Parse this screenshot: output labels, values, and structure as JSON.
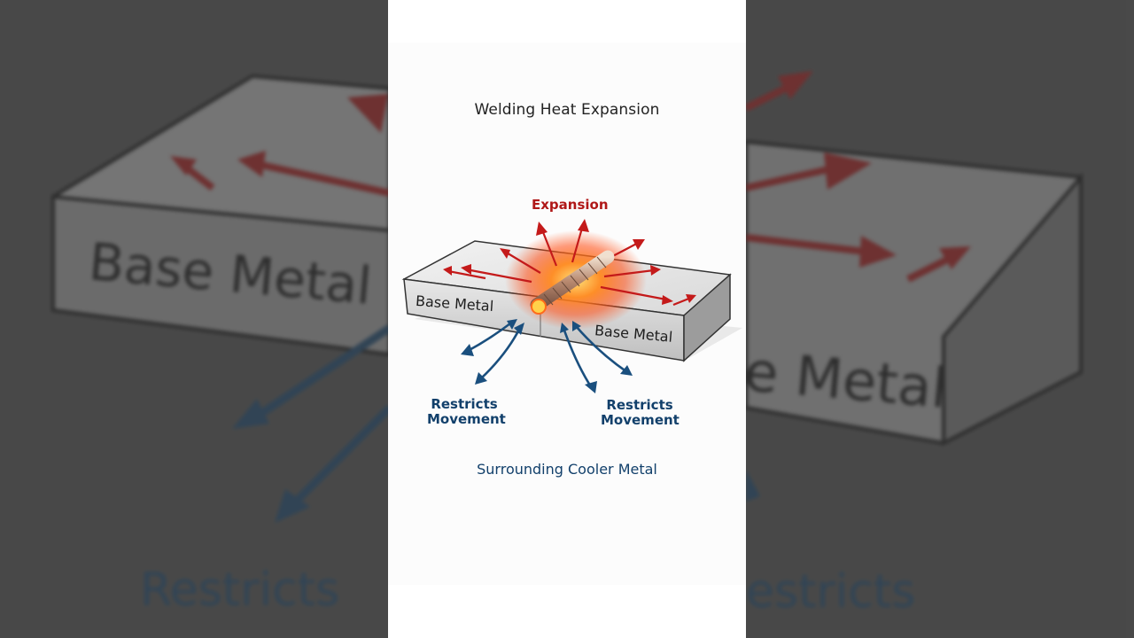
{
  "title": "Welding Heat Expansion",
  "labels": {
    "expansion": "Expansion",
    "base_metal_left": "Base Metal",
    "base_metal_right": "Base Metal",
    "restricts_left": [
      "Restricts",
      "Movement"
    ],
    "restricts_right": [
      "Restricts",
      "Movement"
    ],
    "caption": "Surrounding Cooler Metal"
  },
  "backdrop": {
    "base_metal": "Base Metal",
    "restricts": "Restricts",
    "metal_fragment": "e Metal",
    "restricts_fragment": "estricts"
  },
  "colors": {
    "expansion_arrow": "#c41a1a",
    "restrict_arrow": "#1a4f7e",
    "heat_core": "#ffdd66",
    "heat_outer": "#ff4a10",
    "panel_bg": "#ffffff"
  }
}
